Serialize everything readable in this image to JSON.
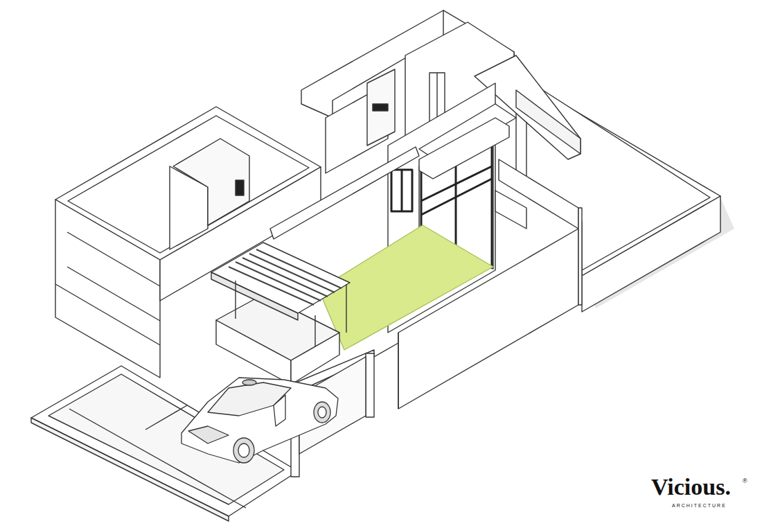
{
  "diagram": {
    "labels": [
      "Vicious.",
      "®",
      "ARCHITECTURE"
    ]
  }
}
